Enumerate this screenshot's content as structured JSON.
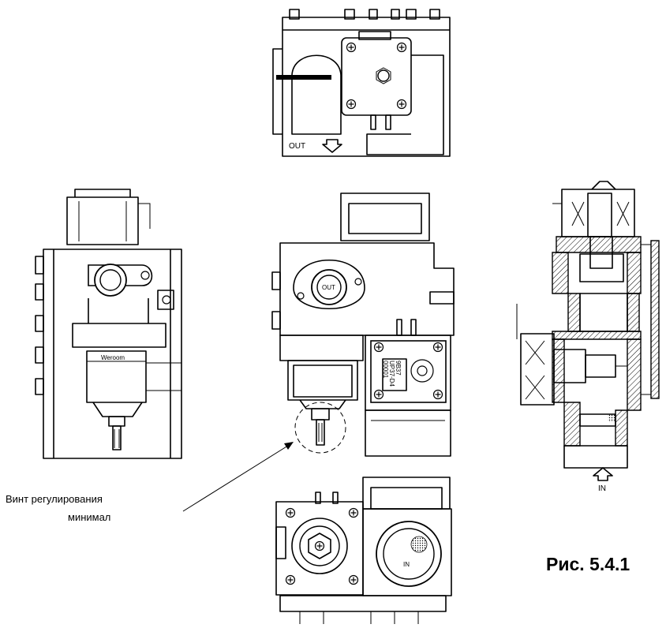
{
  "labels": {
    "out_arrow": "OUT",
    "in_arrow": "IN",
    "out_port": "OUT",
    "in_port": "IN",
    "screw_line1": "Винт регулирования",
    "screw_line2": "минимал",
    "caption": "Рис. 5.4.1",
    "nameplate_1": "9B37",
    "nameplate_2": "UP37-D4",
    "nameplate_3": "00001"
  }
}
